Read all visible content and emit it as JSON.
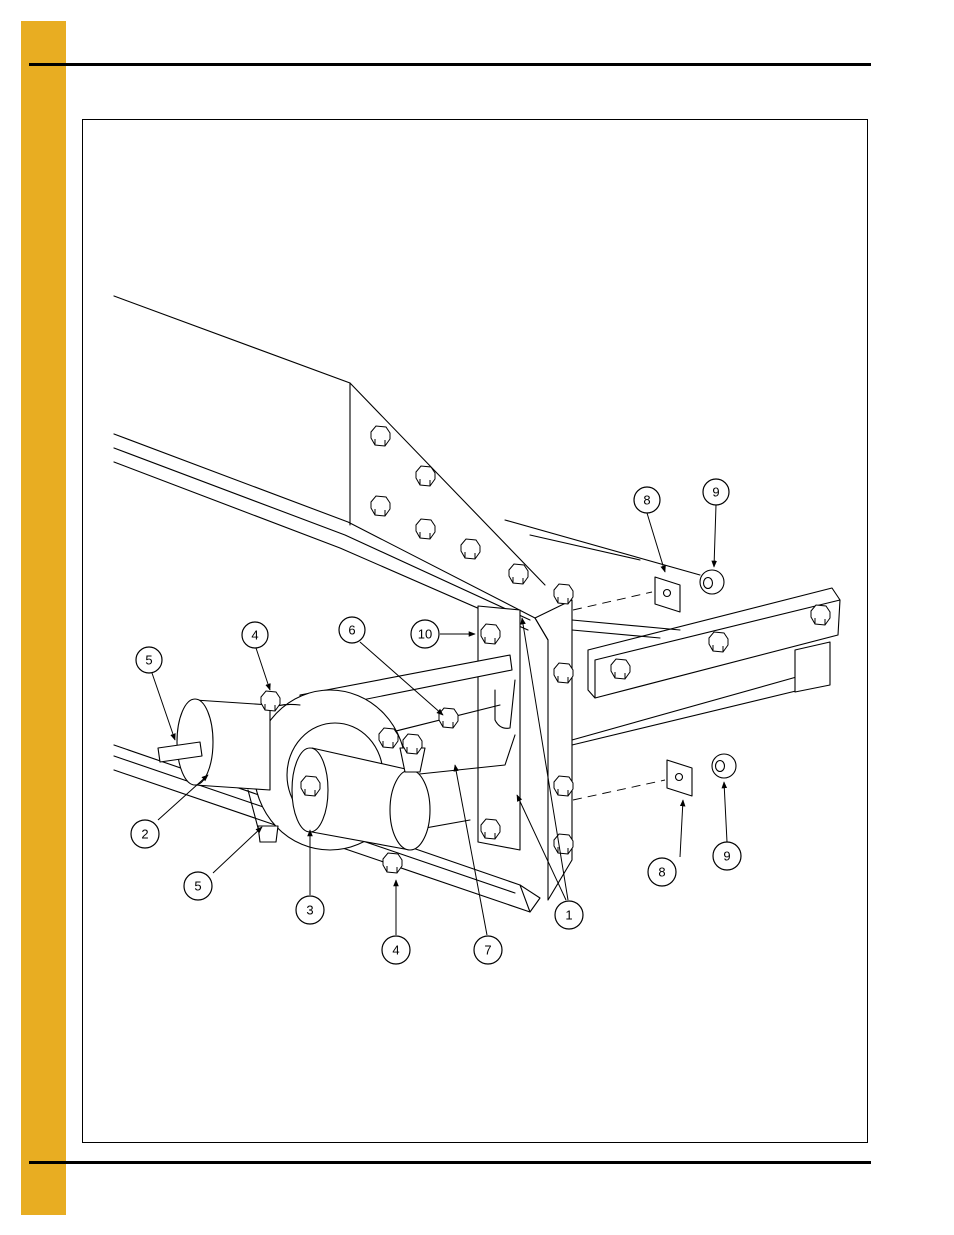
{
  "page": {
    "accent_color": "#E8AD22",
    "rule_color": "#000000"
  },
  "callouts": [
    {
      "label": "1"
    },
    {
      "label": "2"
    },
    {
      "label": "3"
    },
    {
      "label": "4"
    },
    {
      "label": "4"
    },
    {
      "label": "5"
    },
    {
      "label": "5"
    },
    {
      "label": "6"
    },
    {
      "label": "7"
    },
    {
      "label": "8"
    },
    {
      "label": "8"
    },
    {
      "label": "9"
    },
    {
      "label": "9"
    },
    {
      "label": "10"
    }
  ]
}
